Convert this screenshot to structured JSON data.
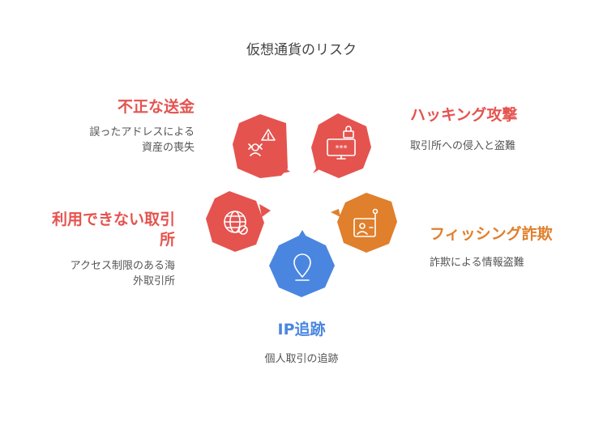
{
  "title": "仮想通貨のリスク",
  "colors": {
    "red": "#e5534f",
    "orange": "#e07f2c",
    "blue": "#4a86e0",
    "text": "#555555"
  },
  "items": [
    {
      "label": "不正な送金",
      "desc_lines": [
        "誤ったアドレスによる",
        "資産の喪失"
      ],
      "color": "#e5534f",
      "icon": "transfer-warning-icon"
    },
    {
      "label": "ハッキング攻撃",
      "desc_lines": [
        "取引所への侵入と盗難"
      ],
      "color": "#e5534f",
      "icon": "locked-monitor-icon"
    },
    {
      "label_lines": [
        "利用できない取引",
        "所"
      ],
      "desc_lines": [
        "アクセス制限のある海",
        "外取引所"
      ],
      "color": "#e5534f",
      "icon": "blocked-globe-icon"
    },
    {
      "label": "フィッシング詐欺",
      "desc_lines": [
        "詐欺による情報盗難"
      ],
      "color": "#e07f2c",
      "icon": "phishing-hook-icon"
    },
    {
      "label": "IP追跡",
      "desc_lines": [
        "個人取引の追跡"
      ],
      "color": "#4a86e0",
      "icon": "location-pin-icon"
    }
  ]
}
